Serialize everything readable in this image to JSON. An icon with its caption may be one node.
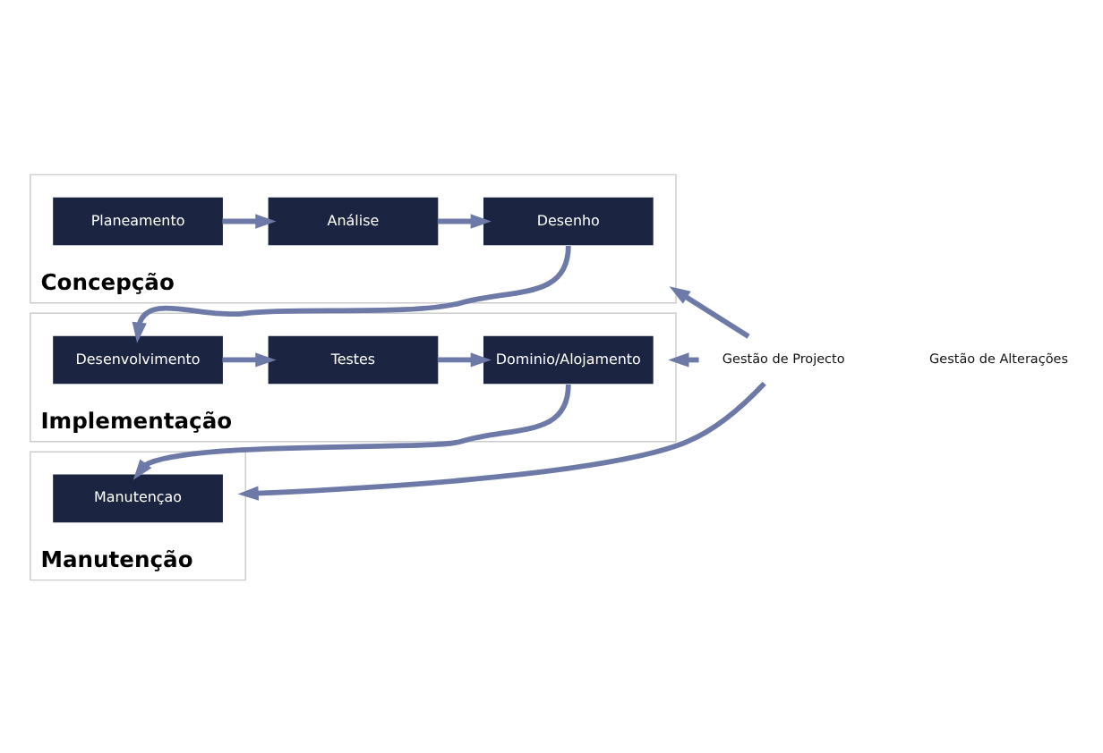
{
  "diagram": {
    "nodes": [
      {
        "text": [
          "Concepção"
        ]
      },
      {
        "text": [
          "Planeamento"
        ],
        "in": 0
      },
      {
        "text": [
          "Análise"
        ],
        "in": 0
      },
      {
        "text": [
          "Desenho"
        ],
        "in": 0
      },
      {
        "text": [
          "Implementação"
        ]
      },
      {
        "text": [
          "Desenvolvimento"
        ],
        "in": 4
      },
      {
        "text": [
          "Testes"
        ],
        "in": 4
      },
      {
        "text": [
          "Dominio/Alojamento"
        ],
        "in": 4
      },
      {
        "text": [
          "Manutenção"
        ]
      },
      {
        "text": [
          "Manutençao"
        ],
        "in": 8
      },
      {
        "text": [
          "Gestão de Projecto"
        ]
      }
    ],
    "edges": [
      {
        "from": 1,
        "to": 2,
        "arrow": "to"
      },
      {
        "from": 2,
        "to": 3,
        "arrow": "to"
      },
      {
        "from": 3,
        "to": 5,
        "arrow": "to"
      },
      {
        "from": 5,
        "to": 6,
        "arrow": "to"
      },
      {
        "from": 6,
        "to": 7,
        "arrow": "to"
      },
      {
        "from": 7,
        "to": 9,
        "arrow": "to"
      },
      {
        "from": 10,
        "to": 0,
        "arrow": "to"
      },
      {
        "from": 10,
        "to": 4,
        "arrow": "to"
      },
      {
        "from": 10,
        "to": 8,
        "arrow": "to"
      }
    ],
    "labels": [
      "Gestão de Alterações"
    ]
  }
}
